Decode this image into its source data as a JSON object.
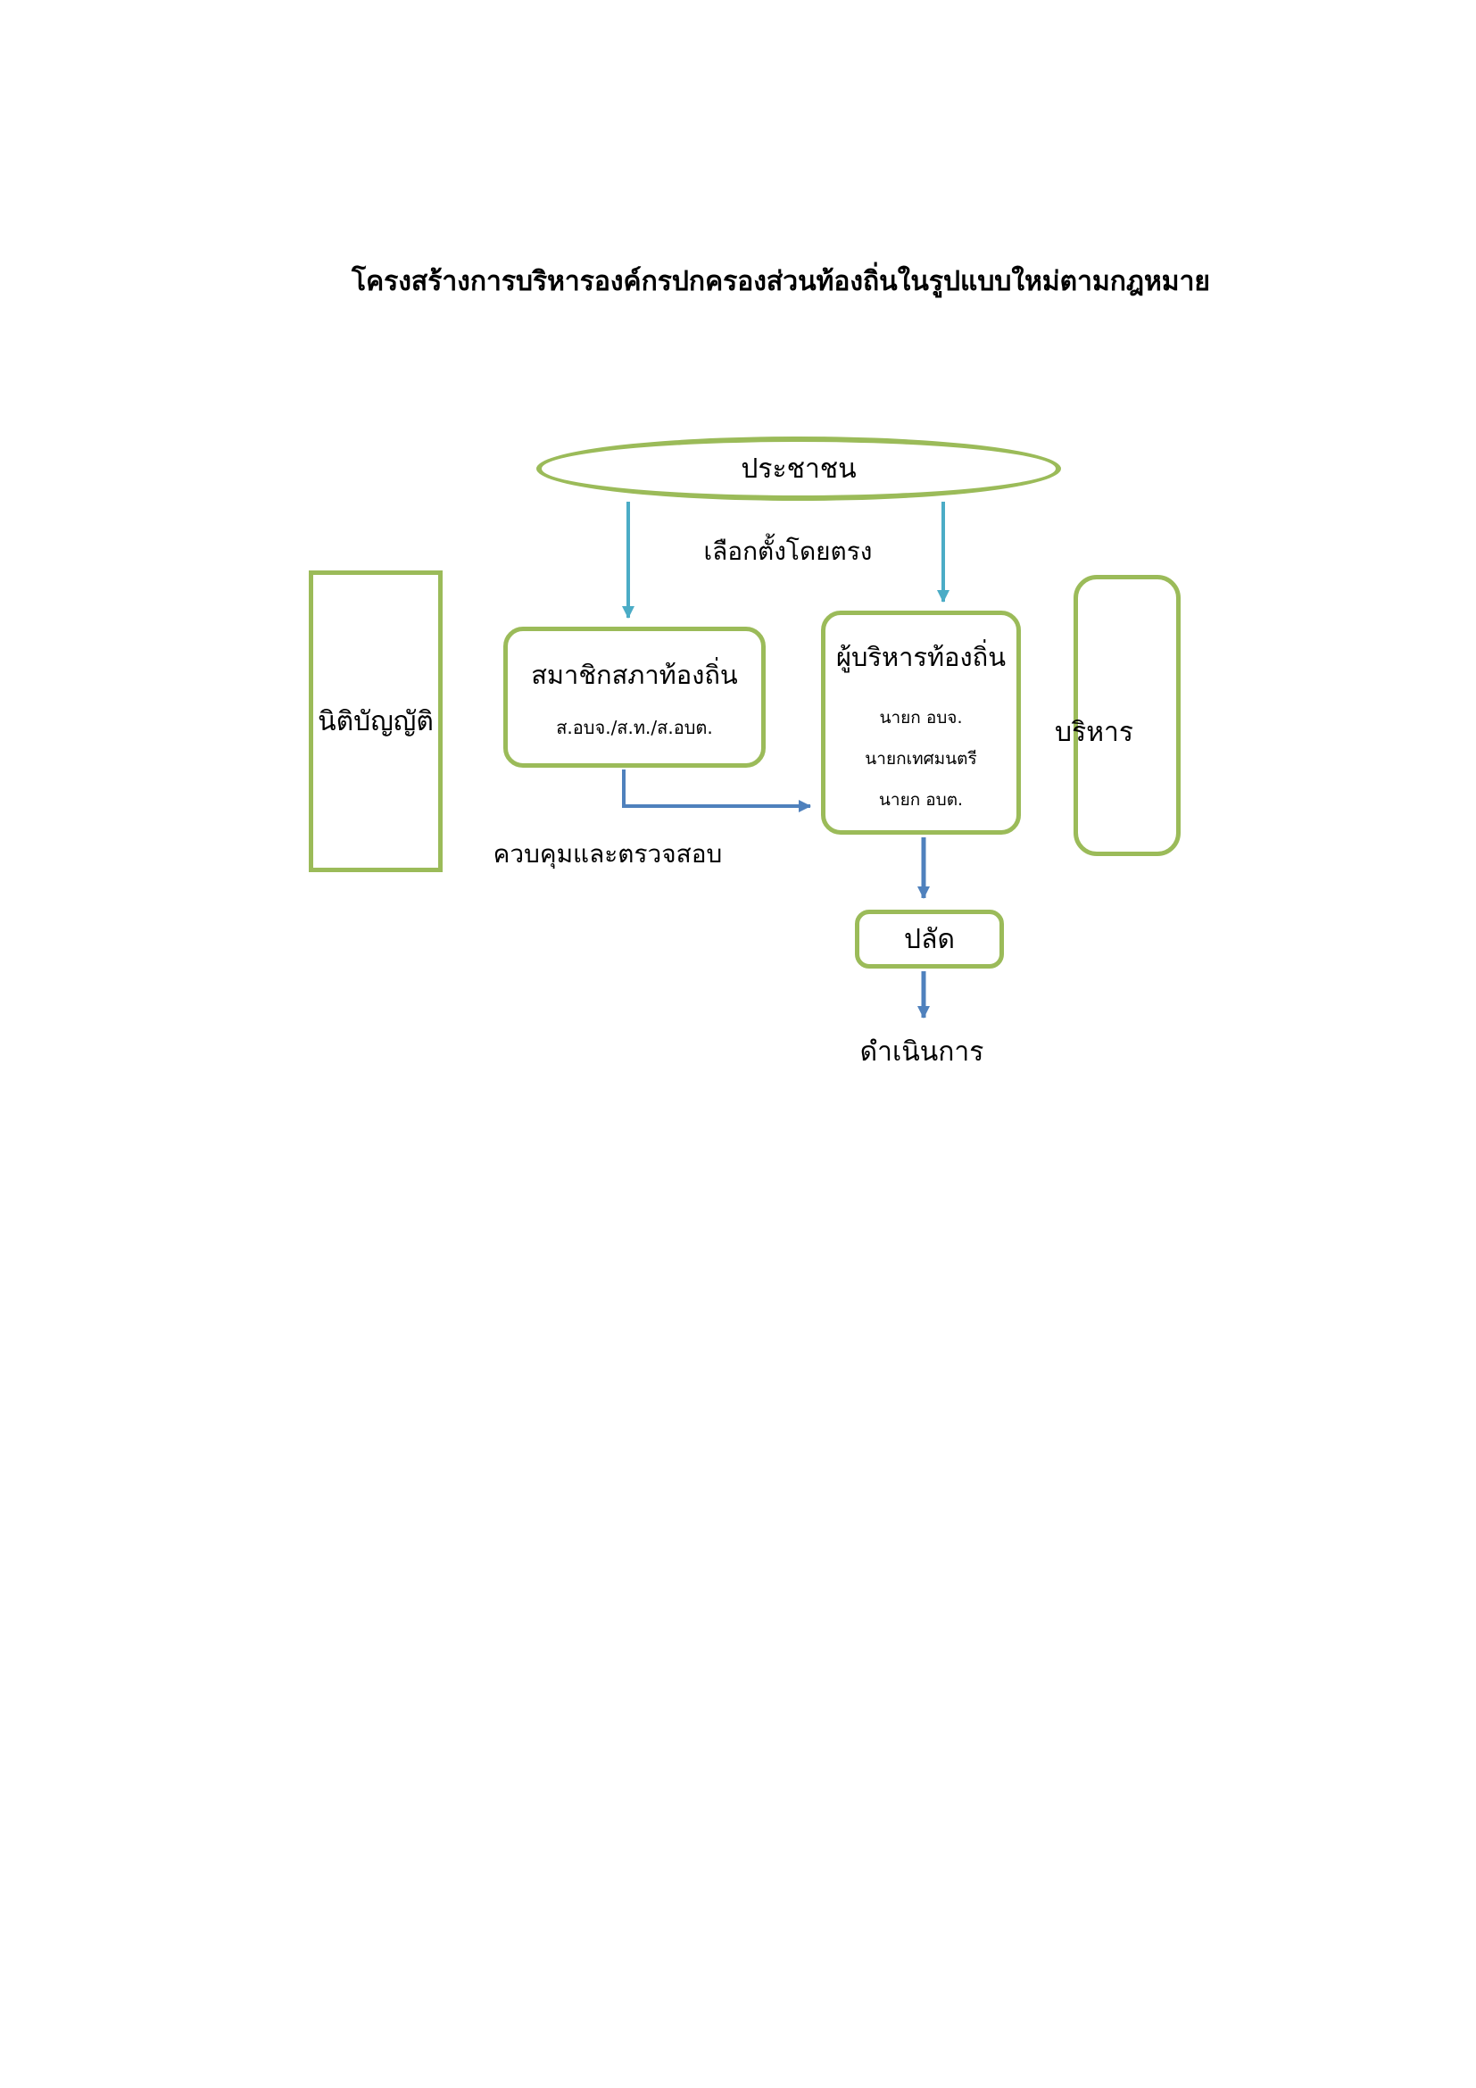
{
  "page": {
    "title": "โครงสร้างการบริหารองค์กรปกครองส่วนท้องถิ่นในรูปแบบใหม่ตามกฎหมาย"
  },
  "diagram": {
    "people": "ประชาชน",
    "election_label": "เลือกตั้งโดยตรง",
    "legislative_label": "นิติบัญญัติ",
    "council": {
      "title": "สมาชิกสภาท้องถิ่น",
      "subtitle": "ส.อบจ./ส.ท./ส.อบต."
    },
    "executive": {
      "title": "ผู้บริหารท้องถิ่น",
      "lines": [
        "นายก อบจ.",
        "นายกเทศมนตรี",
        "นายก อบต."
      ]
    },
    "admin_label": "บริหาร",
    "control_label": "ควบคุมและตรวจสอบ",
    "clerk": "ปลัด",
    "operate_label": "ดำเนินการ",
    "colors": {
      "shape_green": "#9BBB59",
      "arrow_teal": "#4BACC6",
      "arrow_blue": "#4F81BD"
    }
  }
}
